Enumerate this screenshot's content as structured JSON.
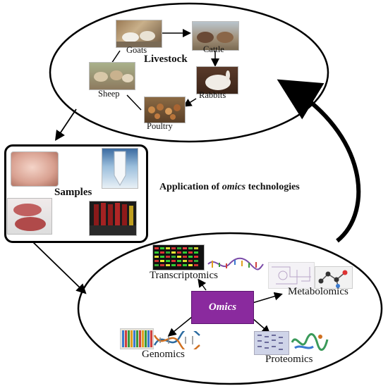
{
  "livestock": {
    "title": "Livestock",
    "animals": [
      "Goats",
      "Cattle",
      "Sheep",
      "Rabbits",
      "Poultry"
    ]
  },
  "samples": {
    "title": "Samples"
  },
  "application": {
    "prefix": "Application of ",
    "emphasis": "omics",
    "suffix": " technologies"
  },
  "omics": {
    "center": "Omics",
    "branches": [
      "Transcriptomics",
      "Metabolomics",
      "Genomics",
      "Proteomics"
    ]
  },
  "colors": {
    "omics_box": "#8a2a9e",
    "outline": "#000000"
  }
}
